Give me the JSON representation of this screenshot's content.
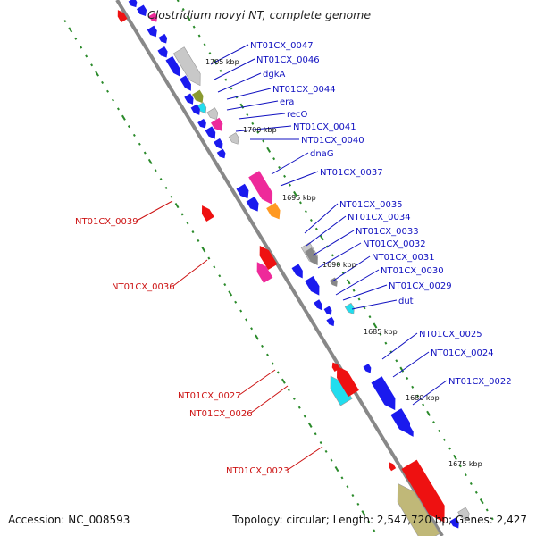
{
  "title": "Clostridium novyi NT, complete genome",
  "accession_text": "Accession: NC_008593",
  "summary_text": "Topology: circular; Length: 2,547,720 bp; Genes: 2,427",
  "colors": {
    "backbone": "#888888",
    "forward_label": "#1010c0",
    "reverse_label": "#cc1111",
    "gene_blue": "#1a1aee",
    "gene_red": "#ee1111",
    "gene_gray": "#c8c8c8",
    "gene_darkgray": "#888888",
    "gene_pink": "#ee2a9a",
    "gene_cyan": "#22ddee",
    "gene_olive": "#8a9a30",
    "gene_orange": "#ff9922",
    "gene_khaki": "#c0b878",
    "tick_green": "#2a8a2a"
  },
  "kbp_ticks": [
    {
      "label": "1705 kbp"
    },
    {
      "label": "1700 kbp"
    },
    {
      "label": "1695 kbp"
    },
    {
      "label": "1690 kbp"
    },
    {
      "label": "1685 kbp"
    },
    {
      "label": "1680 kbp"
    },
    {
      "label": "1675 kbp"
    }
  ],
  "forward_labels": [
    {
      "text": "NT01CX_0047"
    },
    {
      "text": "NT01CX_0046"
    },
    {
      "text": "dgkA"
    },
    {
      "text": "NT01CX_0044"
    },
    {
      "text": "era"
    },
    {
      "text": "recO"
    },
    {
      "text": "NT01CX_0041"
    },
    {
      "text": "NT01CX_0040"
    },
    {
      "text": "dnaG"
    },
    {
      "text": "NT01CX_0037"
    },
    {
      "text": "NT01CX_0035"
    },
    {
      "text": "NT01CX_0034"
    },
    {
      "text": "NT01CX_0033"
    },
    {
      "text": "NT01CX_0032"
    },
    {
      "text": "NT01CX_0031"
    },
    {
      "text": "NT01CX_0030"
    },
    {
      "text": "NT01CX_0029"
    },
    {
      "text": "dut"
    },
    {
      "text": "NT01CX_0025"
    },
    {
      "text": "NT01CX_0024"
    },
    {
      "text": "NT01CX_0022"
    }
  ],
  "reverse_labels": [
    {
      "text": "NT01CX_0039"
    },
    {
      "text": "NT01CX_0036"
    },
    {
      "text": "NT01CX_0027"
    },
    {
      "text": "NT01CX_0026"
    },
    {
      "text": "NT01CX_0023"
    }
  ]
}
